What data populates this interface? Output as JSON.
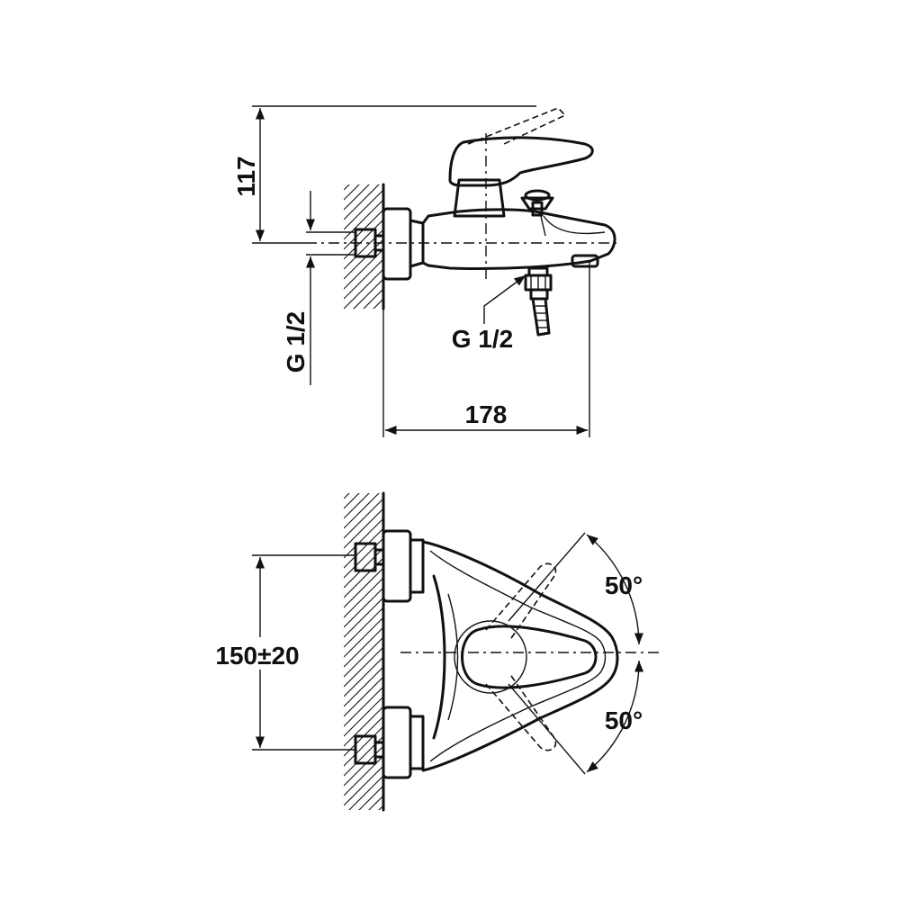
{
  "side_view": {
    "height_label": "117",
    "wall_thread_label": "G 1/2",
    "outlet_thread_label": "G 1/2",
    "depth_label": "178"
  },
  "top_view": {
    "spacing_label": "150±20",
    "angle_upper_label": "50°",
    "angle_lower_label": "50°"
  },
  "colors": {
    "line": "#111111",
    "background": "#ffffff"
  }
}
